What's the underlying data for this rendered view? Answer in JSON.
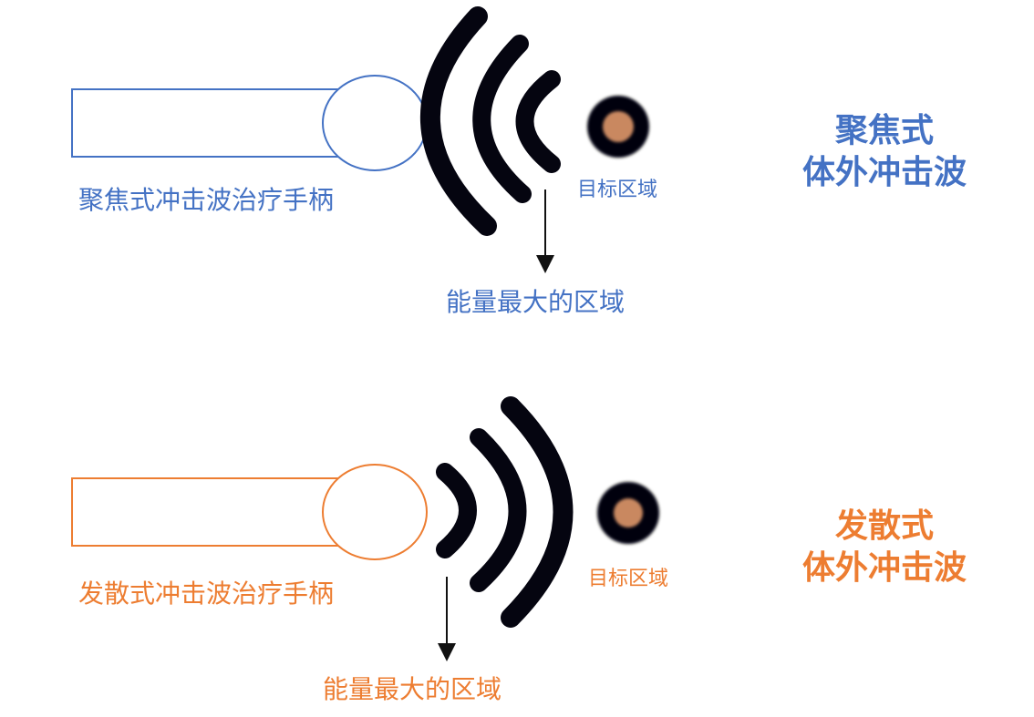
{
  "focused": {
    "color": "#4472C4",
    "handle_label": "聚焦式冲击波治疗手柄",
    "target_label": "目标区域",
    "energy_label": "能量最大的区域",
    "title_line1": "聚焦式",
    "title_line2": "体外冲击波"
  },
  "divergent": {
    "color": "#ED7D31",
    "handle_label": "发散式冲击波治疗手柄",
    "target_label": "目标区域",
    "energy_label": "能量最大的区域",
    "title_line1": "发散式",
    "title_line2": "体外冲击波"
  },
  "colors": {
    "wave": "#050510",
    "target_fill": "#C98860",
    "arrow": "#111111"
  }
}
